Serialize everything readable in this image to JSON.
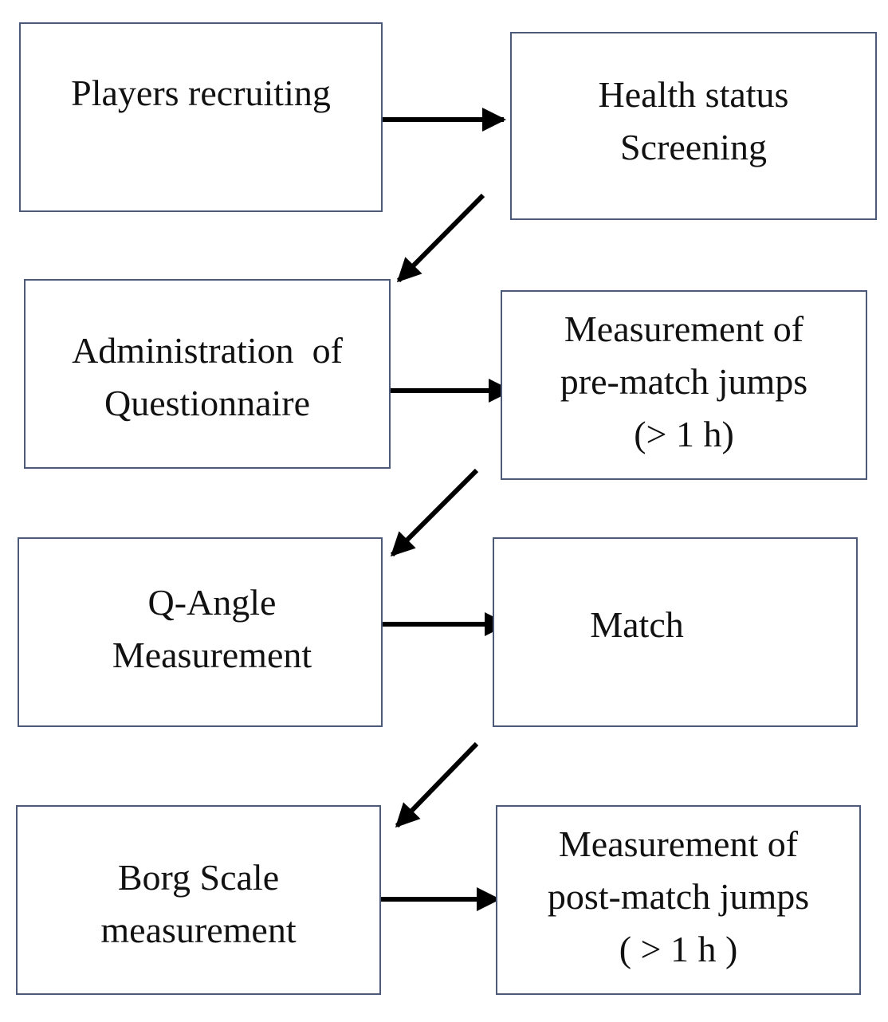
{
  "diagram": {
    "boxes": [
      {
        "id": "players-recruiting",
        "lines": [
          "Players recruiting"
        ]
      },
      {
        "id": "health-screening",
        "lines": [
          "Health status",
          "Screening"
        ]
      },
      {
        "id": "questionnaire",
        "lines": [
          "Administration  of",
          "Questionnaire"
        ]
      },
      {
        "id": "pre-match-jumps",
        "lines": [
          "Measurement of",
          "pre-match jumps",
          "(> 1 h)"
        ]
      },
      {
        "id": "q-angle",
        "lines": [
          "Q-Angle",
          "Measurement"
        ]
      },
      {
        "id": "match",
        "lines": [
          "Match"
        ]
      },
      {
        "id": "borg-scale",
        "lines": [
          "Borg Scale",
          "measurement"
        ]
      },
      {
        "id": "post-match-jumps",
        "lines": [
          "Measurement of",
          "post-match jumps",
          "( > 1 h )"
        ]
      }
    ],
    "connections": [
      {
        "from": "players-recruiting",
        "to": "health-screening"
      },
      {
        "from": "health-screening",
        "to": "questionnaire"
      },
      {
        "from": "questionnaire",
        "to": "pre-match-jumps"
      },
      {
        "from": "pre-match-jumps",
        "to": "q-angle"
      },
      {
        "from": "q-angle",
        "to": "match"
      },
      {
        "from": "match",
        "to": "borg-scale"
      },
      {
        "from": "borg-scale",
        "to": "post-match-jumps"
      }
    ],
    "colors": {
      "box_border": "#4a5a78",
      "arrow": "#000000",
      "text": "#111111"
    }
  }
}
